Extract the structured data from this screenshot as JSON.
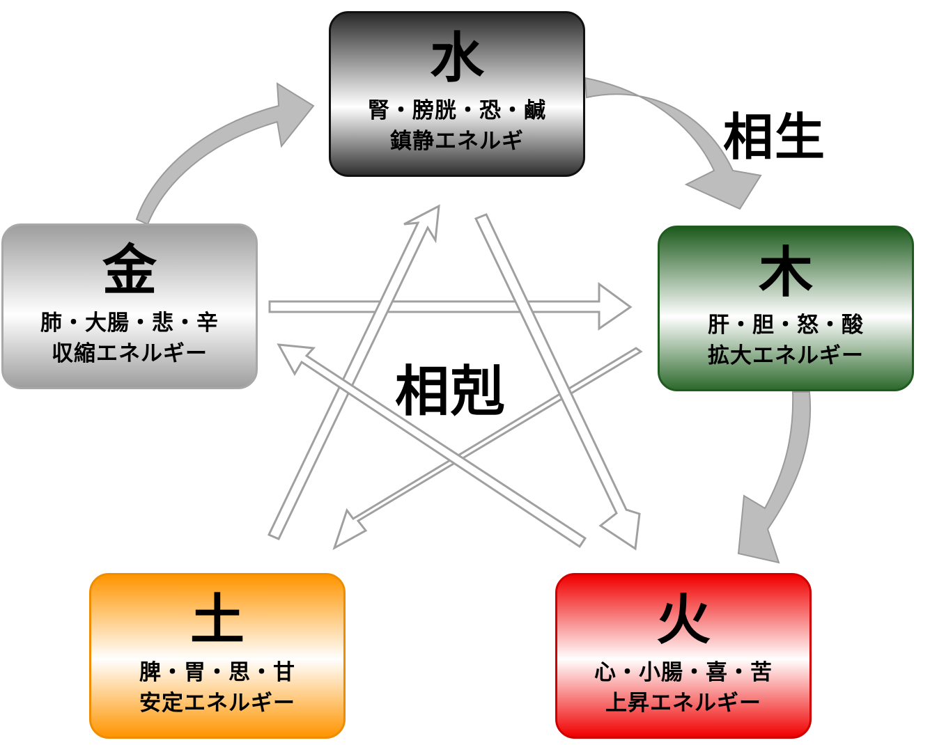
{
  "diagram": {
    "labels": {
      "sousei": "相生",
      "sokoku": "相剋"
    },
    "colors": {
      "generating_arrow": "#bdbdbd",
      "controlling_arrow": "#a0a0a0",
      "water": "#222222",
      "wood": "#1e5b1e",
      "fire": "#f00000",
      "earth": "#ff9500",
      "metal": "#9e9e9e"
    },
    "nodes": {
      "water": {
        "char": "水",
        "line1": "腎・膀胱・恐・鹹",
        "line2": "鎮静エネルギ"
      },
      "wood": {
        "char": "木",
        "line1": "肝・胆・怒・酸",
        "line2": "拡大エネルギー"
      },
      "fire": {
        "char": "火",
        "line1": "心・小腸・喜・苦",
        "line2": "上昇エネルギー"
      },
      "earth": {
        "char": "土",
        "line1": "脾・胃・思・甘",
        "line2": "安定エネルギー"
      },
      "metal": {
        "char": "金",
        "line1": "肺・大腸・悲・辛",
        "line2": "収縮エネルギー"
      }
    }
  }
}
